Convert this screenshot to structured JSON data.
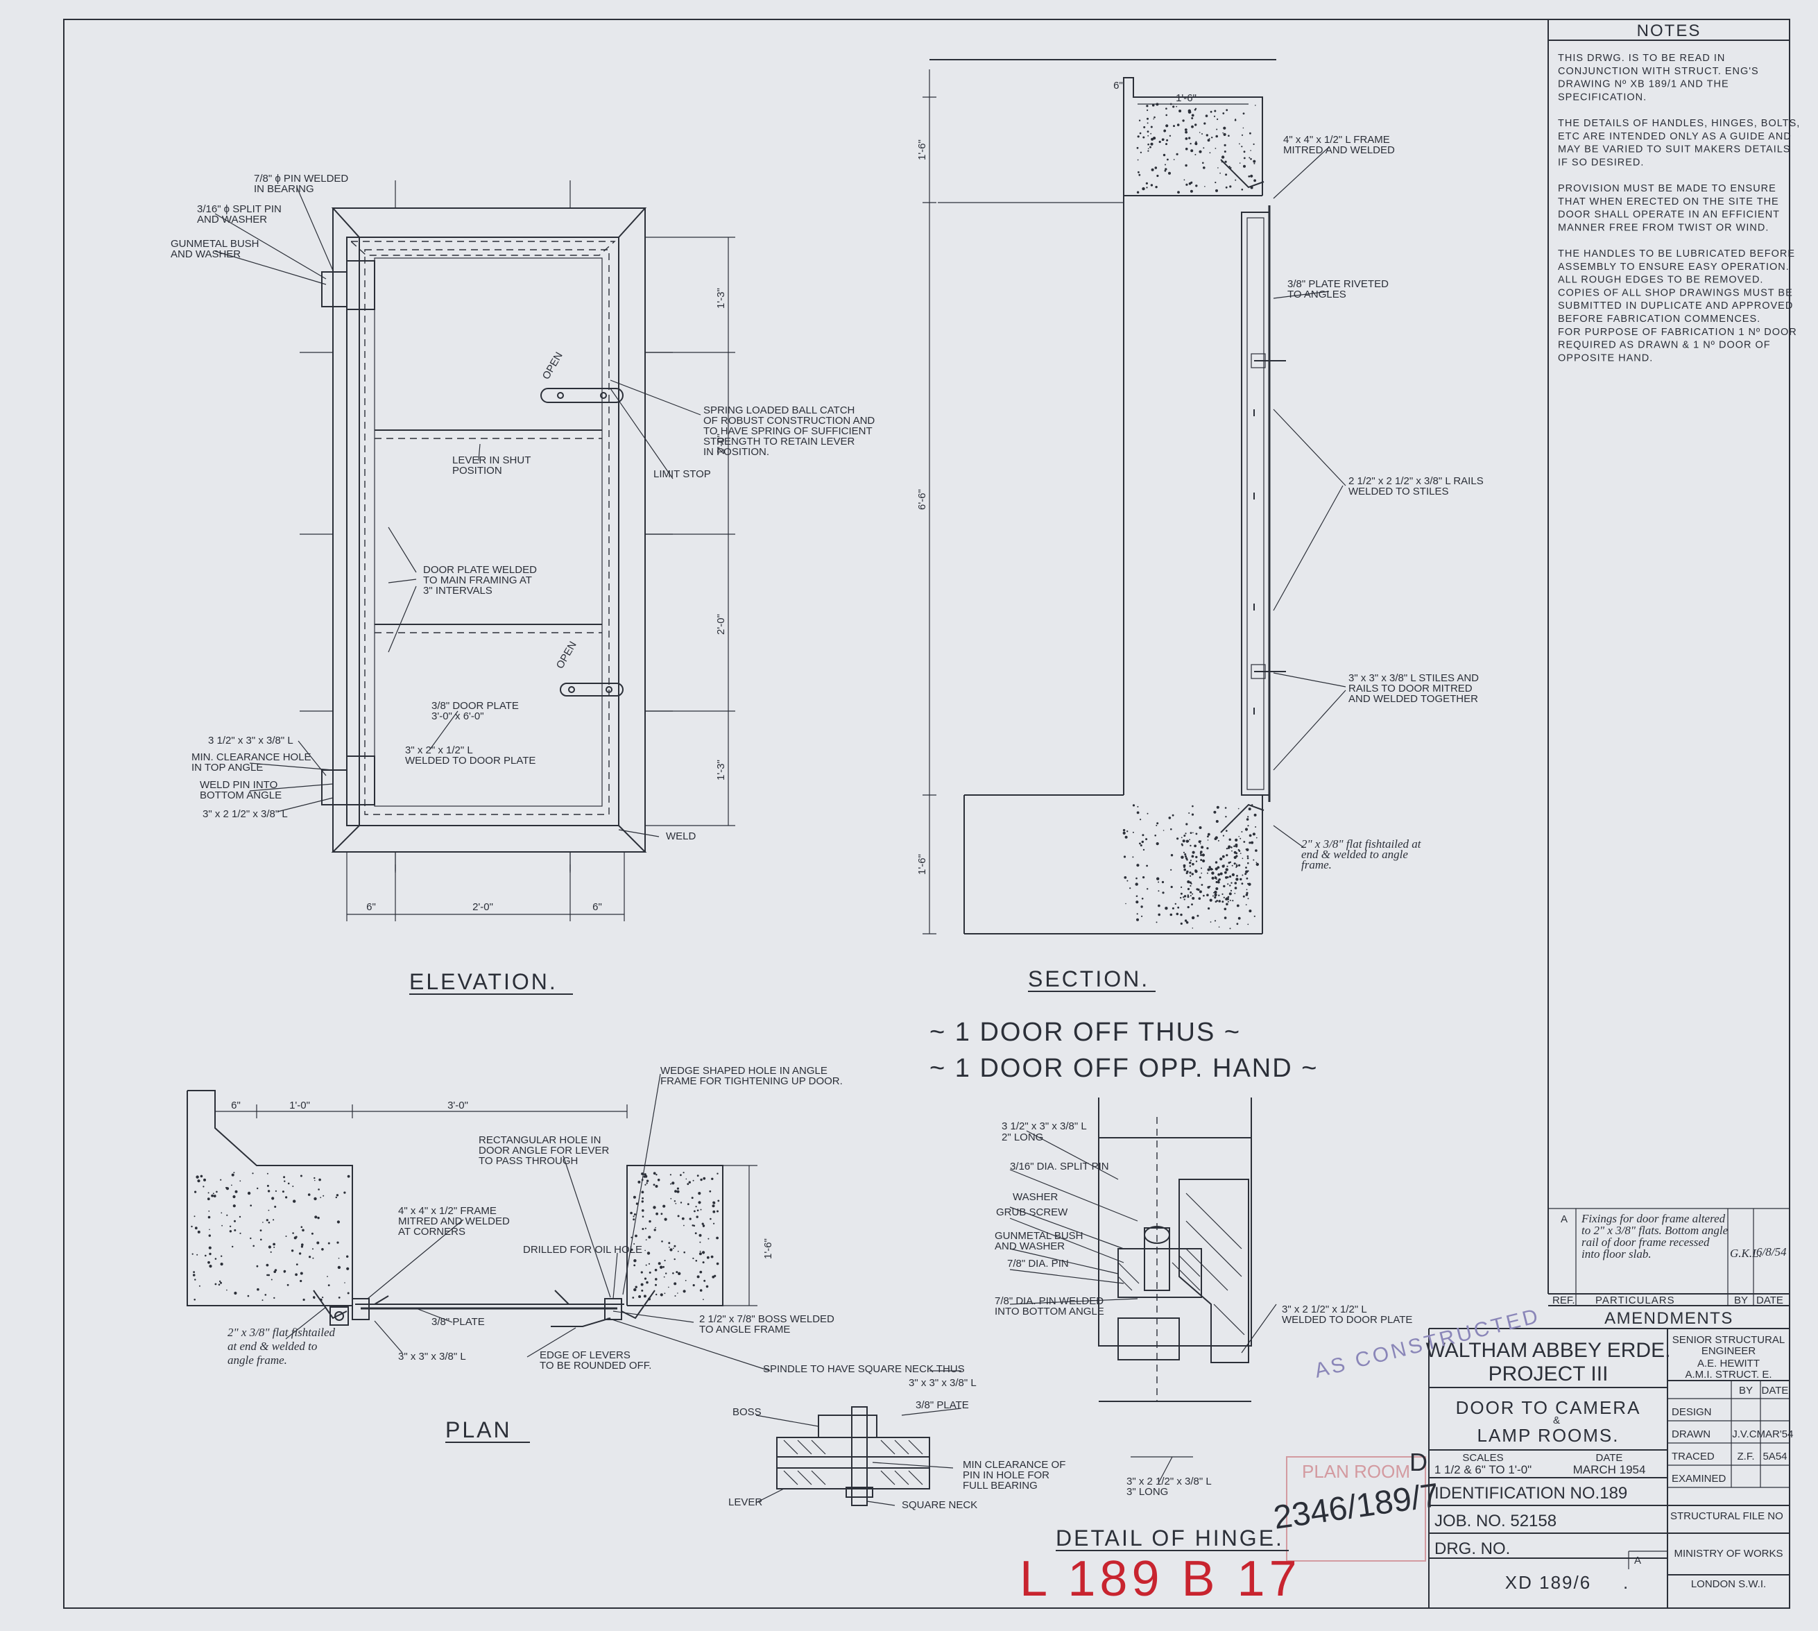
{
  "notes": {
    "heading": "NOTES",
    "lines": [
      "THIS DRWG. IS TO BE READ IN",
      "CONJUNCTION WITH STRUCT. ENG'S",
      "DRAWING Nº XB 189/1 AND THE",
      "SPECIFICATION.",
      "",
      "THE DETAILS OF HANDLES, HINGES, BOLTS,",
      "ETC ARE INTENDED ONLY AS A GUIDE AND",
      "MAY BE VARIED TO SUIT MAKERS DETAILS",
      "IF SO DESIRED.",
      "",
      "PROVISION MUST BE MADE TO ENSURE",
      "THAT WHEN ERECTED ON THE SITE THE",
      "DOOR SHALL OPERATE IN AN EFFICIENT",
      "MANNER FREE FROM TWIST OR WIND.",
      "",
      "THE HANDLES TO BE LUBRICATED BEFORE",
      "ASSEMBLY TO ENSURE EASY OPERATION.",
      "ALL ROUGH EDGES TO BE REMOVED.",
      "COPIES OF ALL SHOP DRAWINGS MUST BE",
      "SUBMITTED IN DUPLICATE AND APPROVED",
      "BEFORE FABRICATION COMMENCES.",
      "FOR PURPOSE OF FABRICATION 1 Nº DOOR",
      "REQUIRED AS DRAWN & 1 Nº DOOR OF",
      "OPPOSITE HAND."
    ]
  },
  "amendments": {
    "heading": "AMENDMENTS",
    "col_ref": "REF.",
    "col_particulars": "PARTICULARS",
    "col_by": "BY",
    "col_date": "DATE",
    "entry": {
      "ref": "A",
      "lines": [
        "Fixings for door frame altered",
        "to 2\" x 3/8\" flats. Bottom angle",
        "rail of door frame recessed",
        "into floor slab."
      ],
      "by": "G.K.L.",
      "date": "6/8/54"
    }
  },
  "title_block": {
    "client": "WALTHAM ABBEY ERDE.",
    "project": "PROJECT III",
    "title_line1": "DOOR TO CAMERA",
    "title_amp": "&",
    "title_line2": "LAMP ROOMS.",
    "scales_label": "SCALES",
    "scales_value": "1 1/2 & 6\" TO 1'-0\"",
    "date_label": "DATE",
    "date_value": "MARCH 1954",
    "identification": "IDENTIFICATION NO.189",
    "job": "JOB. NO. 52158",
    "drg_label": "DRG. NO.",
    "drg_value": "XD 189/6",
    "drg_rev": "A",
    "engineer_role": "SENIOR STRUCTURAL ENGINEER",
    "engineer_role_l1": "SENIOR STRUCTURAL",
    "engineer_role_l2": "ENGINEER",
    "engineer_name": "A.E. HEWITT",
    "engineer_qual": "A.M.I. STRUCT. E.",
    "col_by": "BY",
    "col_date": "DATE",
    "rows": [
      {
        "label": "DESIGN",
        "by": "",
        "date": ""
      },
      {
        "label": "DRAWN",
        "by": "J.V.C.",
        "date": "MAR'54"
      },
      {
        "label": "TRACED",
        "by": "Z.F.",
        "date": "5A54"
      },
      {
        "label": "EXAMINED",
        "by": "",
        "date": ""
      }
    ],
    "structural_file": "STRUCTURAL FILE NO",
    "ministry": "MINISTRY OF WORKS",
    "london": "LONDON S.W.I."
  },
  "stamps": {
    "as_constructed": "AS CONSTRUCTED",
    "plan_room": "PLAN ROOM",
    "handwritten_number": "2346/189/7",
    "handwritten_letter": "D",
    "red_number": "L 189 B 17"
  },
  "views": {
    "elevation": "ELEVATION.",
    "section": "SECTION.",
    "plan": "PLAN",
    "hinge": "DETAIL OF HINGE.",
    "quantity_1": "~ 1 DOOR OFF THUS ~",
    "quantity_2": "~ 1 DOOR OFF OPP. HAND ~"
  },
  "elevation": {
    "pin_welded": [
      "7/8\" ϕ PIN WELDED",
      "IN BEARING"
    ],
    "split_pin": [
      "3/16\" ϕ SPLIT PIN",
      "AND WASHER"
    ],
    "gunmetal": [
      "GUNMETAL BUSH",
      "AND WASHER"
    ],
    "spring_catch": [
      "SPRING LOADED BALL CATCH",
      "OF ROBUST CONSTRUCTION AND",
      "TO HAVE SPRING OF SUFFICIENT",
      "STRENGTH TO RETAIN LEVER",
      "IN POSITION."
    ],
    "limit_stop": "LIMIT STOP",
    "lever_shut": [
      "LEVER IN SHUT",
      "POSITION"
    ],
    "plate_welded": [
      "DOOR PLATE WELDED",
      "TO MAIN FRAMING AT",
      "3\" INTERVALS"
    ],
    "door_plate": [
      "3/8\" DOOR PLATE",
      "3'-0\" x 6'-0\""
    ],
    "angle_35": "3 1/2\" x 3\" x 3/8\" L",
    "clearance": [
      "MIN. CLEARANCE HOLE",
      "IN TOP ANGLE"
    ],
    "weld_pin": [
      "WELD PIN INTO",
      "BOTTOM ANGLE"
    ],
    "angle_3x2": "3\" x 2 1/2\" x 3/8\" L",
    "angle_weld": [
      "3\" x 2\" x 1/2\" L",
      "WELDED TO DOOR PLATE"
    ],
    "weld": "WELD",
    "open": "OPEN",
    "dim_bottom": [
      "6\"",
      "2'-0\"",
      "6\""
    ],
    "dim_right": [
      "1'-3\"",
      "2'-0\"",
      "2'-0\"",
      "1'-3\""
    ]
  },
  "section": {
    "frame": [
      "4\" x 4\" x 1/2\" L FRAME",
      "MITRED AND WELDED"
    ],
    "plate_riveted": [
      "3/8\" PLATE RIVETED",
      "TO ANGLES"
    ],
    "rails": [
      "2 1/2\" x 2 1/2\" x 3/8\" L RAILS",
      "WELDED TO STILES"
    ],
    "stiles": [
      "3\" x 3\" x 3/8\" L STILES AND",
      "RAILS TO DOOR MITRED",
      "AND WELDED TOGETHER"
    ],
    "flat": [
      "2\" x 3/8\" flat fishtailed at",
      "end & welded to angle",
      "frame."
    ],
    "dim_top": "1'-6\"",
    "dim_left": [
      "1'-6\"",
      "6'-6\"",
      "1'-6\""
    ],
    "dim_6": "6\""
  },
  "plan": {
    "wedge": [
      "WEDGE SHAPED HOLE IN ANGLE",
      "FRAME FOR TIGHTENING UP DOOR."
    ],
    "rect_hole": [
      "RECTANGULAR HOLE IN",
      "DOOR ANGLE FOR LEVER",
      "TO PASS THROUGH"
    ],
    "frame": [
      "4\" x 4\" x 1/2\" FRAME",
      "MITRED AND WELDED",
      "AT CORNERS"
    ],
    "oil_hole": "DRILLED FOR OIL HOLE",
    "plate": "3/8\" PLATE",
    "angle": "3\" x 3\" x 3/8\" L",
    "boss": [
      "2 1/2\" x 7/8\" BOSS WELDED",
      "TO ANGLE FRAME"
    ],
    "lever_edge": [
      "EDGE OF LEVERS",
      "TO BE ROUNDED OFF."
    ],
    "flat": [
      "2\" x 3/8\" flat fishtailed",
      "at end & welded to",
      "angle frame."
    ],
    "dims": [
      "6\"",
      "1'-0\"",
      "3'-0\"",
      "1'-6\""
    ]
  },
  "spindle": {
    "title": "SPINDLE TO HAVE SQUARE NECK THUS",
    "boss": "BOSS",
    "angle": "3\" x 3\" x 3/8\" L",
    "plate": "3/8\" PLATE",
    "clearance": [
      "MIN CLEARANCE OF",
      "PIN IN HOLE FOR",
      "FULL BEARING"
    ],
    "lever": "LEVER",
    "neck": "SQUARE NECK"
  },
  "hinge": {
    "angle_top": [
      "3 1/2\" x 3\" x 3/8\" L",
      "2\" LONG"
    ],
    "split_pin": "3/16\" DIA. SPLIT PIN",
    "washer": "WASHER",
    "grub": "GRUB SCREW",
    "gunmetal": [
      "GUNMETAL BUSH",
      "AND WASHER"
    ],
    "pin": "7/8\" DIA. PIN",
    "pin_welded": [
      "7/8\" DIA. PIN WELDED",
      "INTO BOTTOM ANGLE"
    ],
    "angle_weld": [
      "3\" x 2 1/2\" x 1/2\" L",
      "WELDED TO DOOR PLATE"
    ],
    "angle_bottom": [
      "3\" x 2 1/2\" x 3/8\" L",
      "3\" LONG"
    ]
  }
}
